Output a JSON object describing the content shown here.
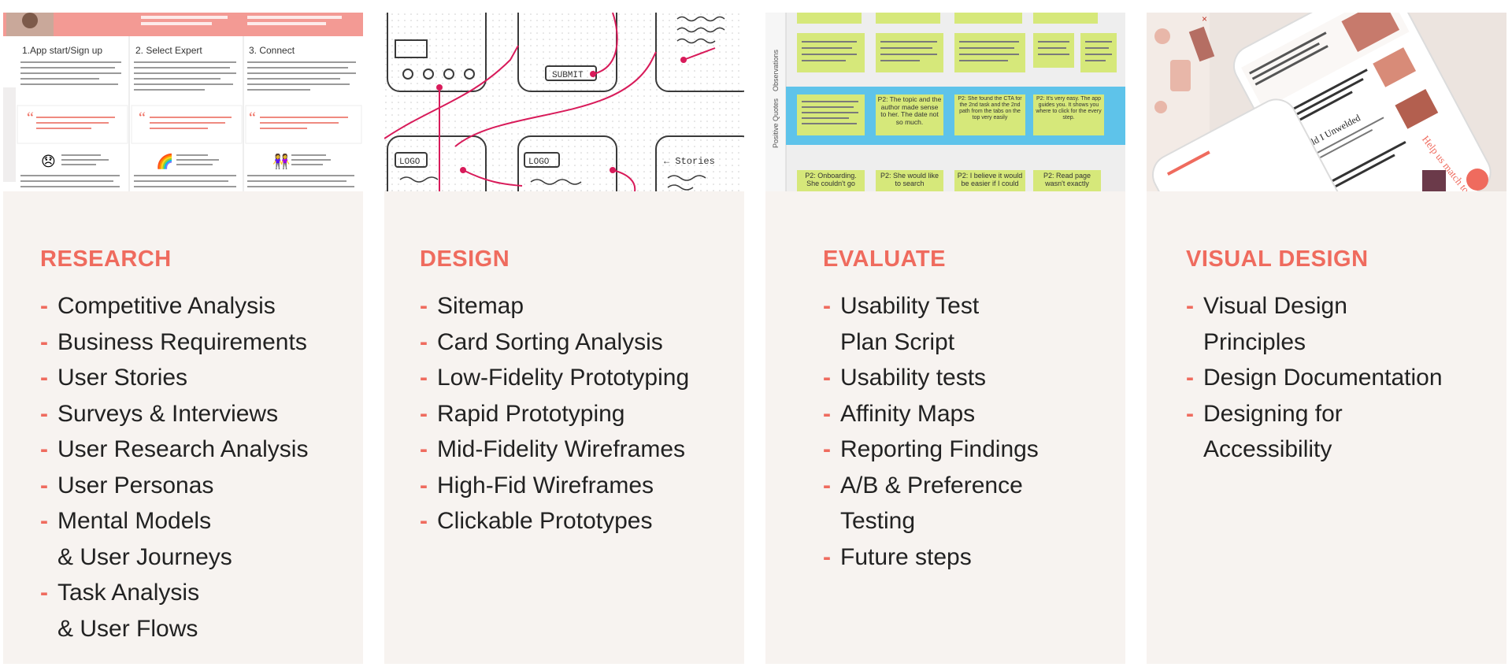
{
  "colors": {
    "accent": "#ef6b5e",
    "card_background": "#f7f3f0",
    "text": "#222222",
    "sticky_green": "#d6e87a",
    "quotes_band": "#5ec3ea",
    "wire_line": "#d81b5a"
  },
  "sections": [
    {
      "heading": "RESEARCH",
      "thumbnail": {
        "steps": [
          "1.App start/Sign up",
          "2. Select Expert",
          "3. Connect"
        ],
        "emoji": [
          "😞",
          "🌈",
          "👭"
        ]
      },
      "items": [
        "Competitive Analysis",
        "Business Requirements",
        "User Stories",
        "Surveys & Interviews",
        "User Research Analysis",
        "User Personas",
        [
          "Mental Models",
          "& User Journeys"
        ],
        [
          "Task Analysis",
          "& User Flows"
        ]
      ]
    },
    {
      "heading": "DESIGN",
      "thumbnail": {
        "labels": [
          "SUBMIT",
          "LOGO",
          "LOGO",
          "← Stories"
        ]
      },
      "items": [
        "Sitemap",
        "Card Sorting Analysis",
        "Low-Fidelity Prototyping",
        "Rapid Prototyping",
        "Mid-Fidelity Wireframes",
        "High-Fid Wireframes",
        "Clickable Prototypes"
      ]
    },
    {
      "heading": "EVALUATE",
      "thumbnail": {
        "row_labels": [
          "Observations",
          "Positive Quotes"
        ],
        "notes_quotes": [
          "P2: The topic and the author made sense to her. The date not so much.",
          "P2: She found the CTA for the 2nd task and the 2nd path from the tabs on the top very easily",
          "P2: It's very easy. The app guides you. It shows you where to click for the every step."
        ],
        "notes_bottom": [
          "P2: Onboarding. She couldn't go",
          "P2: She would like to search",
          "P2: I believe it would be easier if I could",
          "P2: Read page wasn't exactly"
        ]
      },
      "items": [
        [
          "Usability Test",
          "Plan Script"
        ],
        "Usability tests",
        "Affinity Maps",
        "Reporting Findings",
        [
          "A/B & Preference",
          "Testing"
        ],
        "Future steps"
      ]
    },
    {
      "heading": "VISUAL DESIGN",
      "thumbnail": {
        "texts": [
          "Should I Unwelded",
          "Help us match to the right"
        ]
      },
      "items": [
        [
          "Visual Design",
          "Principles"
        ],
        "Design Documentation",
        [
          "Designing for",
          "Accessibility"
        ]
      ]
    }
  ]
}
